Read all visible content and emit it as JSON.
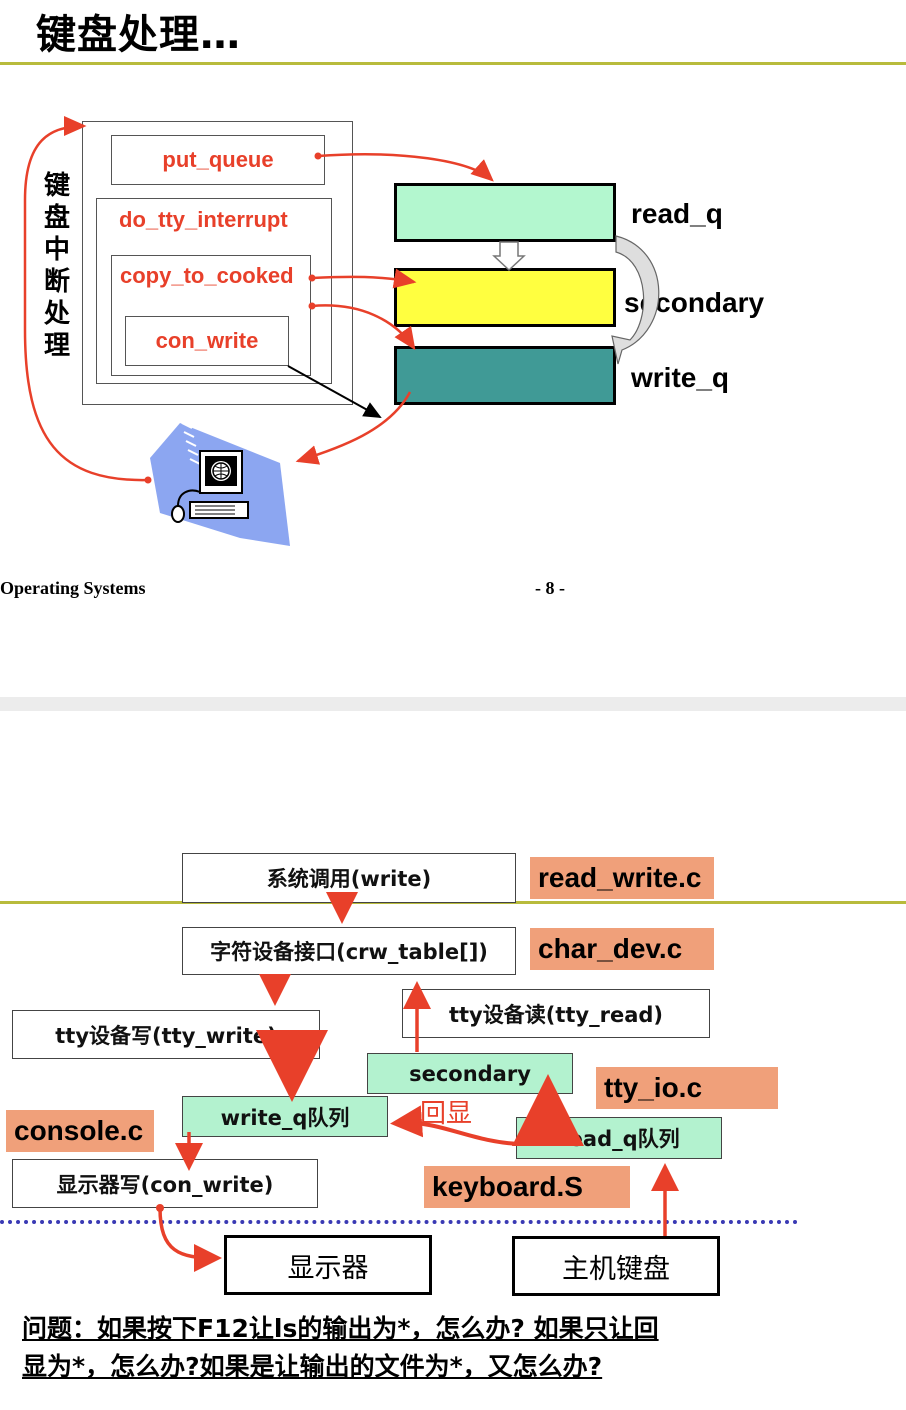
{
  "slide1": {
    "title": "键盘处理…",
    "vertical_label": "键盘中断处理",
    "functions": {
      "put_queue": "put_queue",
      "do_tty_interrupt": "do_tty_interrupt",
      "copy_to_cooked": "copy_to_cooked",
      "con_write": "con_write"
    },
    "queues": {
      "read_q": "read_q",
      "secondary": "secondary",
      "write_q": "write_q"
    },
    "colors": {
      "read_q": "#b3f7cf",
      "secondary": "#ffff40",
      "write_q": "#409a96",
      "arrow": "#e8402a"
    },
    "footer_left": "Operating Systems",
    "footer_right": "- 8 -"
  },
  "slide2": {
    "boxes": {
      "syscall": "系统调用(write)",
      "char_dev": "字符设备接口(crw_table[])",
      "tty_write": "tty设备写(tty_write)",
      "tty_read": "tty设备读(tty_read)",
      "secondary": "secondary",
      "write_q": "write_q队列",
      "read_q": "read_q队列",
      "con_write": "显示器写(con_write)",
      "display": "显示器",
      "keyboard": "主机键盘"
    },
    "files": {
      "read_write": "read_write.c",
      "char_dev": "char_dev.c",
      "tty_io": "tty_io.c",
      "console": "console.c",
      "keyboard": "keyboard.S"
    },
    "echo_label": "回显",
    "question_line1": "问题：如果按下F12让ls的输出为*，怎么办? 如果只让回",
    "question_line2": "显为*，怎么办?如果是让输出的文件为*，又怎么办?"
  }
}
